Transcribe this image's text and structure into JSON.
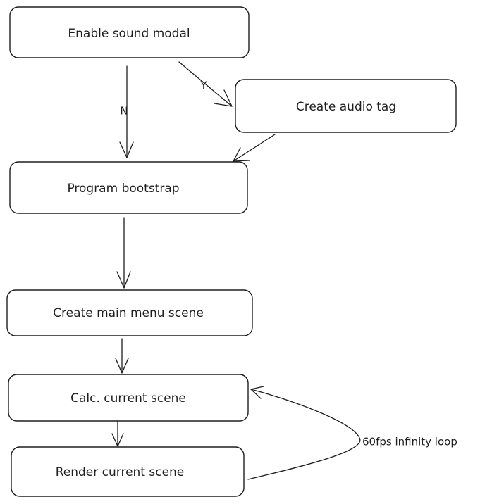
{
  "nodes": {
    "enable_sound_modal": "Enable sound modal",
    "create_audio_tag": "Create audio tag",
    "program_bootstrap": "Program bootstrap",
    "create_main_menu_scene": "Create main menu scene",
    "calc_current_scene": "Calc. current scene",
    "render_current_scene": "Render current scene"
  },
  "edges": {
    "no_label": "N",
    "yes_label": "Y",
    "loop_label": "60fps infinity loop"
  },
  "colors": {
    "stroke": "#1e1e1e",
    "background": "#ffffff"
  }
}
